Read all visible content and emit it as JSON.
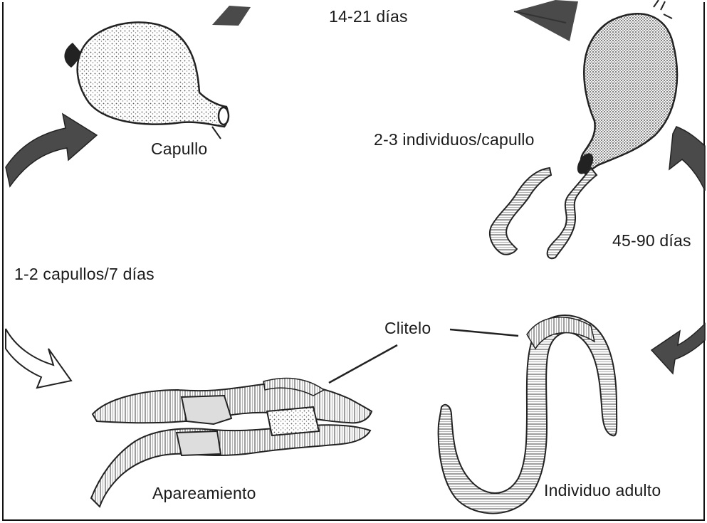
{
  "diagram": {
    "labels": {
      "top_duration": "14-21 días",
      "cocoon": "Capullo",
      "individuals_per_cocoon": "2-3 individuos/capullo",
      "growth_duration": "45-90 días",
      "laying_rate": "1-2 capullos/7 días",
      "clitellum": "Clitelo",
      "mating": "Apareamiento",
      "adult": "Individuo adulto"
    },
    "colors": {
      "ink": "#1a1a1a",
      "arrow_dark": "#4a4a4a",
      "arrow_light": "#ffffff",
      "stipple": "#6e6e6e"
    },
    "icons": [
      "cocoon",
      "hatching-cocoon",
      "juvenile-worm",
      "mating-worms",
      "adult-worm",
      "cycle-arrow"
    ]
  }
}
